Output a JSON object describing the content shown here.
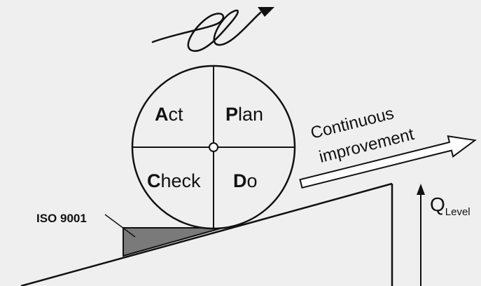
{
  "diagram": {
    "quadrants": [
      {
        "bold": "A",
        "rest": "ct"
      },
      {
        "bold": "P",
        "rest": "lan"
      },
      {
        "bold": "C",
        "rest": "heck"
      },
      {
        "bold": "D",
        "rest": "o"
      }
    ],
    "improvement_label": {
      "line1": "Continuous",
      "line2": "improvement"
    },
    "wedge_label": "ISO 9001",
    "quality_label": {
      "main": "Q",
      "sub": "Level"
    },
    "colors": {
      "background": "#efefef",
      "stroke": "#111111",
      "wedge_fill": "#7a7a7a",
      "arrow_fill": "#ffffff"
    }
  }
}
